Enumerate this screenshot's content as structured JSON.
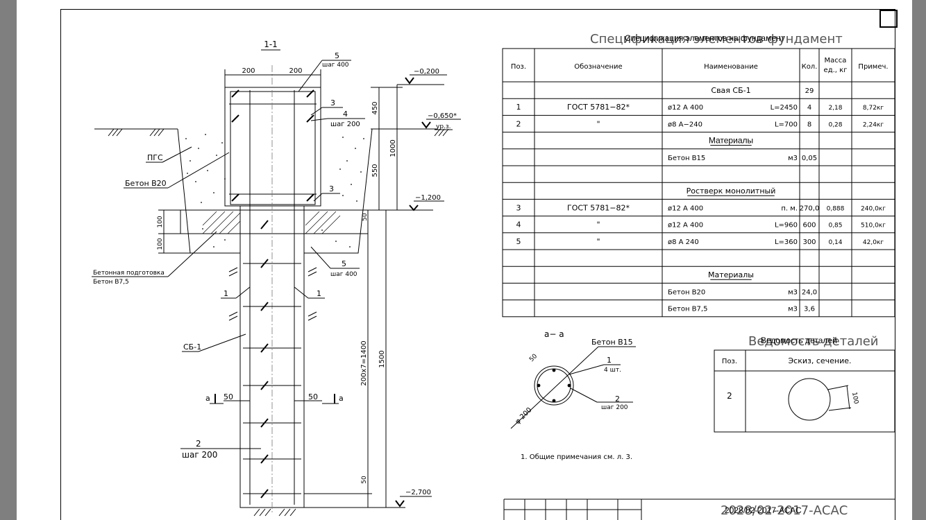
{
  "section": {
    "title": "1-1",
    "dims": {
      "w_left": "200",
      "w_right": "200",
      "d_450": "450",
      "d_550": "550",
      "d_1000": "1000",
      "d_50a": "50",
      "d_100a": "100",
      "d_100b": "100",
      "d_200x7": "200х7=1400",
      "d_1500": "1500",
      "d_50b": "50",
      "off_left": "50",
      "off_right": "50"
    },
    "levels": {
      "l1": "−0,200",
      "l2": "−0,650*",
      "l2_note": "ур.з.",
      "l3": "−1,200",
      "l4": "−2,700"
    },
    "labels": {
      "pgs": "ПГС",
      "beton20": "Бетон В20",
      "podg1": "Бетонная подготовка",
      "podg2": "Бетон В7,5",
      "sb1": "СБ-1",
      "cut_a_left": "а",
      "cut_a_right": "а",
      "pos1_left": "1",
      "pos1_right": "1",
      "pos2": "2",
      "pos2_step": "шаг 200",
      "pos3a": "3",
      "pos3b": "3",
      "pos4": "4",
      "pos4_step": "шаг 200",
      "pos5a": "5",
      "pos5a_step": "шаг 400",
      "pos5b": "5",
      "pos5b_step": "шаг 400"
    }
  },
  "spec": {
    "title_bg": "Спецификация элементов фундамент",
    "title_over": "Спецификация элементов на фундамент",
    "headers": [
      "Поз.",
      "Обозначение",
      "Наименование",
      "Кол.",
      "Масса ед., кг",
      "Примеч."
    ],
    "rows": [
      {
        "pos": "",
        "code": "",
        "name": "Свая СБ-1",
        "unit": "",
        "qty": "29",
        "mass": "",
        "note": "",
        "kind": "center"
      },
      {
        "pos": "1",
        "code": "ГОСТ 5781−82*",
        "name": "ø12 А 400",
        "unit": "L=2450",
        "qty": "4",
        "mass": "2,18",
        "note": "8,72кг",
        "kind": "item"
      },
      {
        "pos": "2",
        "code": "\"",
        "name": "ø8 А−240",
        "unit": "L=700",
        "qty": "8",
        "mass": "0,28",
        "note": "2,24кг",
        "kind": "item"
      },
      {
        "pos": "",
        "code": "",
        "name": "Материалы",
        "unit": "",
        "qty": "",
        "mass": "",
        "note": "",
        "kind": "mat"
      },
      {
        "pos": "",
        "code": "",
        "name": "Бетон В15",
        "unit": "м3",
        "qty": "0,05",
        "mass": "",
        "note": "",
        "kind": "item"
      },
      {
        "pos": "",
        "code": "",
        "name": "",
        "unit": "",
        "qty": "",
        "mass": "",
        "note": "",
        "kind": "blank"
      },
      {
        "pos": "",
        "code": "",
        "name": "Ростверк монолитный",
        "unit": "",
        "qty": "",
        "mass": "",
        "note": "",
        "kind": "under"
      },
      {
        "pos": "3",
        "code": "ГОСТ 5781−82*",
        "name": "ø12 А 400",
        "unit": "п. м.",
        "qty": "270,0",
        "mass": "0,888",
        "note": "240,0кг",
        "kind": "item"
      },
      {
        "pos": "4",
        "code": "\"",
        "name": "ø12 А 400",
        "unit": "L=960",
        "qty": "600",
        "mass": "0,85",
        "note": "510,0кг",
        "kind": "item"
      },
      {
        "pos": "5",
        "code": "\"",
        "name": "ø8 А 240",
        "unit": "L=360",
        "qty": "300",
        "mass": "0,14",
        "note": "42,0кг",
        "kind": "item"
      },
      {
        "pos": "",
        "code": "",
        "name": "",
        "unit": "",
        "qty": "",
        "mass": "",
        "note": "",
        "kind": "blank"
      },
      {
        "pos": "",
        "code": "",
        "name": "Материалы",
        "unit": "",
        "qty": "",
        "mass": "",
        "note": "",
        "kind": "under"
      },
      {
        "pos": "",
        "code": "",
        "name": "Бетон В20",
        "unit": "м3",
        "qty": "24,0",
        "mass": "",
        "note": "",
        "kind": "item"
      },
      {
        "pos": "",
        "code": "",
        "name": "Бетон В7,5",
        "unit": "м3",
        "qty": "3,6",
        "mass": "",
        "note": "",
        "kind": "item"
      }
    ]
  },
  "section_aa": {
    "title": "а− а",
    "beton": "Бетон В15",
    "dim50": "50",
    "dia": "φ 200",
    "p1": "1",
    "p1_sub": "4 шт.",
    "p2": "2",
    "p2_sub": "шаг 200"
  },
  "note": "1. Общие примечания см. л. 3.",
  "details": {
    "title_bg": "Ведомость деталей",
    "title_over": "Ведомость деталей",
    "h_pos": "Поз.",
    "h_sketch": "Эскиз, сечение.",
    "pos": "2",
    "dim": "100"
  },
  "stamp": {
    "code_bg": "2028/02-2017-АСАС",
    "code_over": "2028/02-2017-АСАС"
  }
}
